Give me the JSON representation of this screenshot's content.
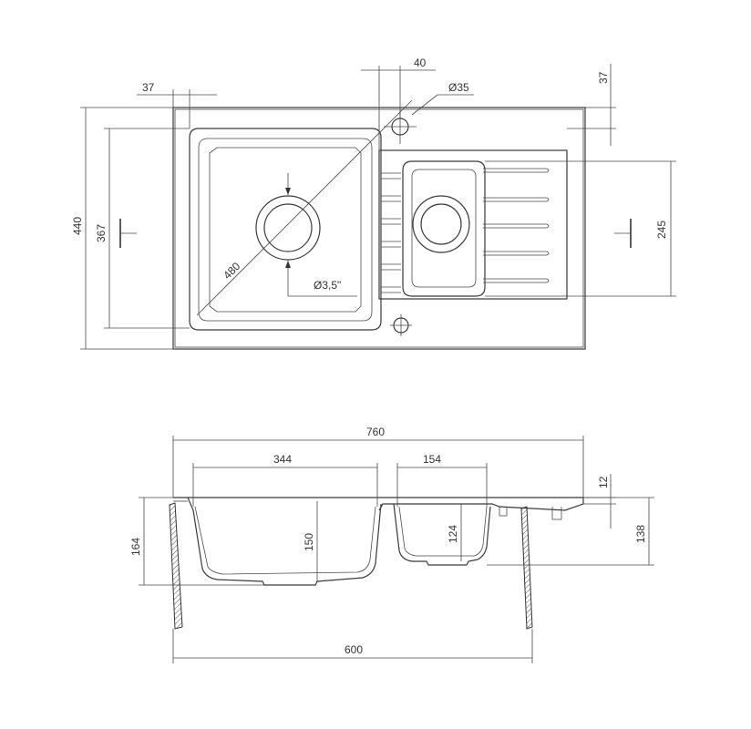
{
  "plan_view": {
    "dims": {
      "overall_width": "440",
      "bowl_width": "367",
      "corner_offset": "37",
      "tap_hole_spacing": "40",
      "top_offset": "37",
      "tap_hole_diameter": "Ø35",
      "bowl_diagonal": "480",
      "drain_size": "Ø3,5\"",
      "small_bowl_width": "245"
    }
  },
  "section_view": {
    "dims": {
      "overall_length": "760",
      "main_bowl_length": "344",
      "small_bowl_length": "154",
      "rim_thickness": "12",
      "overall_depth": "164",
      "main_bowl_depth": "150",
      "small_bowl_depth": "124",
      "drainer_depth": "138",
      "cabinet_width": "600"
    }
  }
}
